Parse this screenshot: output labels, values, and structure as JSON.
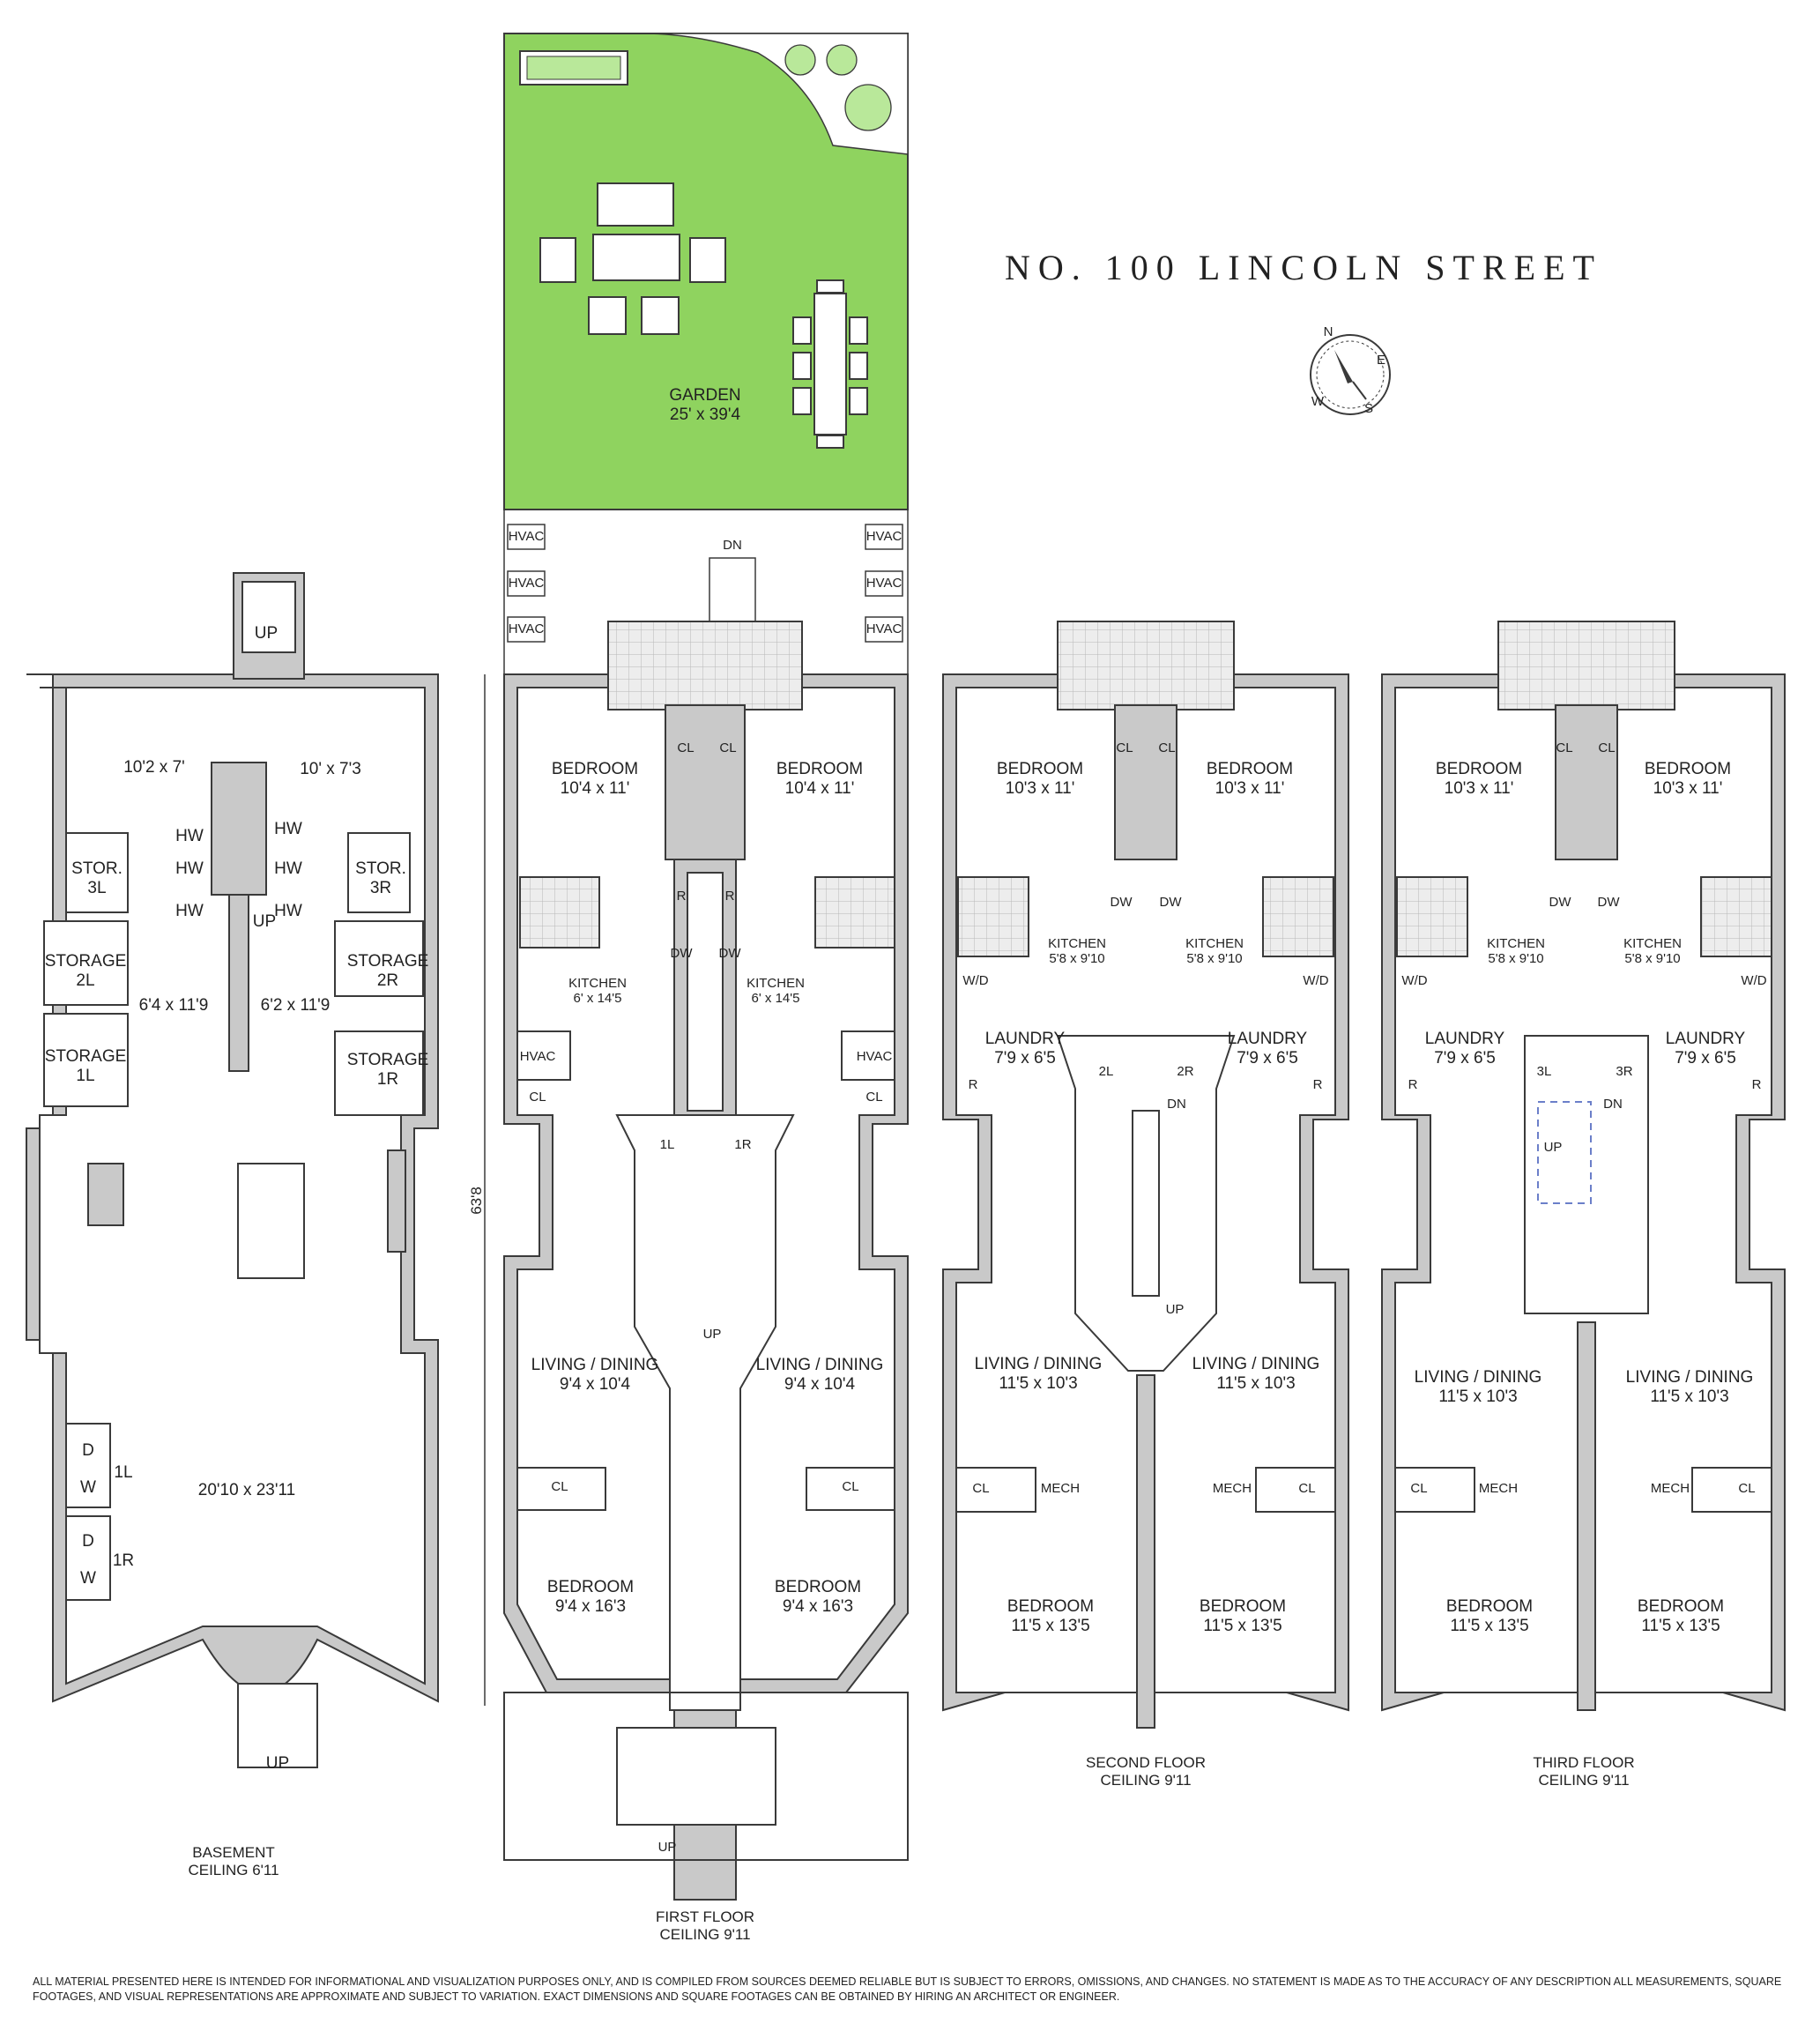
{
  "title": "NO. 100 LINCOLN STREET",
  "colors": {
    "wall": "#c9c9c9",
    "wall_stroke": "#3a3a3a",
    "garden": "#8fd35f",
    "tile": "#e8e8e8"
  },
  "compass": {
    "icon": "compass-north-arrow-icon",
    "letters": [
      "N",
      "E",
      "S",
      "W"
    ]
  },
  "garden": {
    "name": "GARDEN",
    "dims": "25' x 39'4"
  },
  "overall_dimension": "63'8",
  "basement": {
    "caption": "BASEMENT",
    "ceiling": "CEILING 6'11",
    "rooms": {
      "rear_left": "10'2 x 7'",
      "rear_right": "10' x 7'3",
      "stor3l_a": "STOR.",
      "stor3l_b": "3L",
      "stor3r_a": "STOR.",
      "stor3r_b": "3R",
      "storage2l_a": "STORAGE",
      "storage2l_b": "2L",
      "storage2r_a": "STORAGE",
      "storage2r_b": "2R",
      "storage1l_a": "STORAGE",
      "storage1l_b": "1L",
      "storage1r_a": "STORAGE",
      "storage1r_b": "1R",
      "mid_left": "6'4 x 11'9",
      "mid_right": "6'2 x 11'9",
      "main": "20'10 x 23'11",
      "hw": "HW",
      "d": "D",
      "w": "W",
      "unit1l": "1L",
      "unit1r": "1R",
      "up": "UP"
    }
  },
  "first_floor": {
    "caption": "FIRST FLOOR",
    "ceiling": "CEILING 9'11",
    "dn": "DN",
    "up": "UP",
    "hvac": "HVAC",
    "cl": "CL",
    "r": "R",
    "dw": "DW",
    "unit_l": "1L",
    "unit_r": "1R",
    "bedroom": "BEDROOM",
    "bedroom_rear": "10'4 x 11'",
    "kitchen": "KITCHEN",
    "kitchen_dims": "6' x 14'5",
    "living": "LIVING / DINING",
    "living_dims": "9'4 x 10'4",
    "bedroom_front": "9'4 x 16'3"
  },
  "second_floor": {
    "caption": "SECOND FLOOR",
    "ceiling": "CEILING 9'11",
    "dn": "DN",
    "up": "UP",
    "cl": "CL",
    "r": "R",
    "dw": "DW",
    "wd": "W/D",
    "mech": "MECH",
    "unit_l": "2L",
    "unit_r": "2R",
    "bedroom": "BEDROOM",
    "bedroom_rear": "10'3 x 11'",
    "kitchen": "KITCHEN",
    "kitchen_dims": "5'8 x 9'10",
    "laundry": "LAUNDRY",
    "laundry_dims": "7'9 x 6'5",
    "living": "LIVING / DINING",
    "living_dims": "11'5 x 10'3",
    "bedroom_front": "11'5 x 13'5"
  },
  "third_floor": {
    "caption": "THIRD FLOOR",
    "ceiling": "CEILING 9'11",
    "dn": "DN",
    "up": "UP",
    "cl": "CL",
    "r": "R",
    "dw": "DW",
    "wd": "W/D",
    "mech": "MECH",
    "unit_l": "3L",
    "unit_r": "3R",
    "bedroom": "BEDROOM",
    "bedroom_rear": "10'3 x 11'",
    "kitchen": "KITCHEN",
    "kitchen_dims": "5'8 x 9'10",
    "laundry": "LAUNDRY",
    "laundry_dims": "7'9 x 6'5",
    "living": "LIVING / DINING",
    "living_dims": "11'5 x 10'3",
    "bedroom_front": "11'5 x 13'5"
  },
  "disclaimer": "ALL MATERIAL PRESENTED HERE IS INTENDED FOR INFORMATIONAL AND VISUALIZATION PURPOSES ONLY, AND IS COMPILED FROM SOURCES DEEMED RELIABLE BUT IS SUBJECT TO ERRORS, OMISSIONS, AND CHANGES. NO STATEMENT IS MADE AS TO THE ACCURACY OF ANY DESCRIPTION ALL MEASUREMENTS, SQUARE FOOTAGES, AND VISUAL REPRESENTATIONS ARE APPROXIMATE AND SUBJECT TO VARIATION. EXACT DIMENSIONS AND SQUARE FOOTAGES CAN BE OBTAINED BY HIRING AN ARCHITECT OR ENGINEER."
}
